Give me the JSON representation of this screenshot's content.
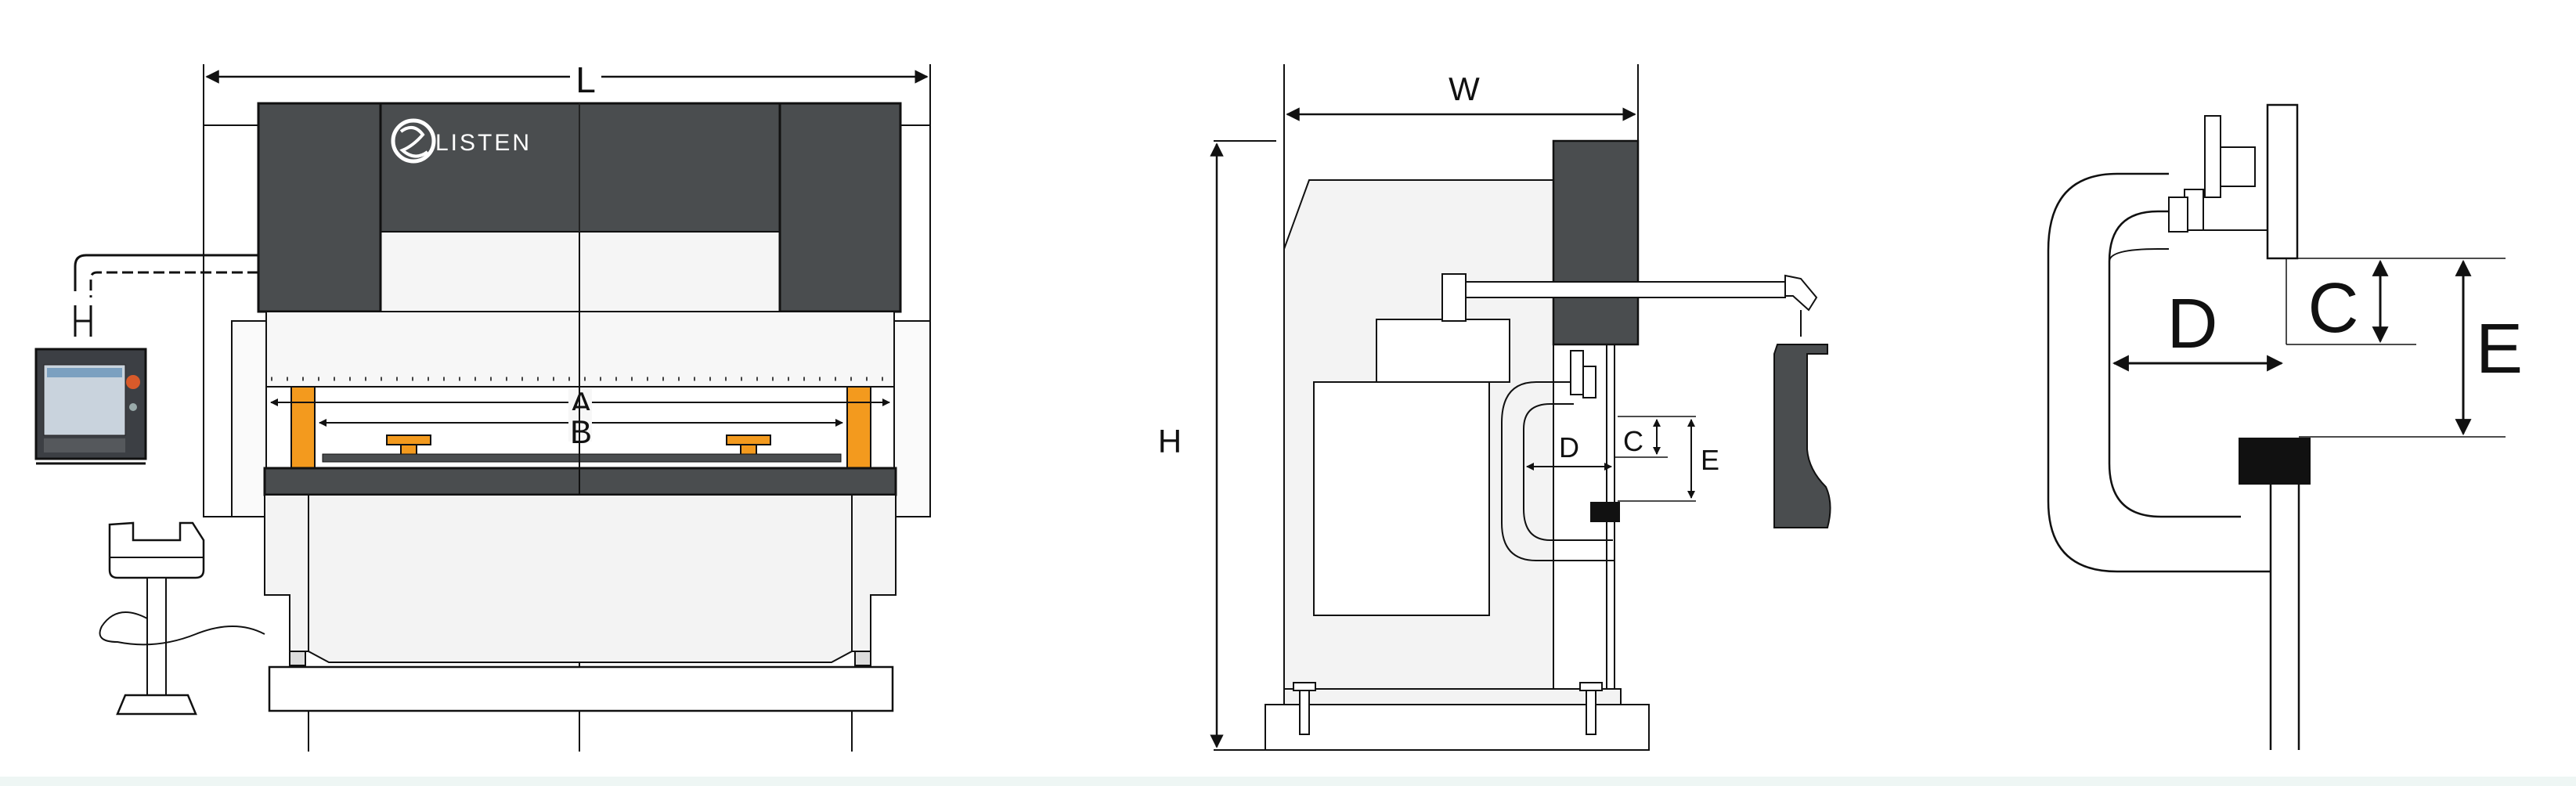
{
  "brand": {
    "name": "LISTEN"
  },
  "front_view": {
    "labels": {
      "L": "L",
      "A": "A",
      "B": "B"
    }
  },
  "side_view": {
    "labels": {
      "W": "W",
      "H": "H",
      "D": "D",
      "C": "C",
      "E": "E"
    }
  },
  "detail_view": {
    "labels": {
      "D": "D",
      "C": "C",
      "E": "E"
    }
  },
  "colors": {
    "dark_panel": "#4a4d4f",
    "accent_orange": "#f39a1e",
    "line": "#111111",
    "light_fill": "#f3f3f3",
    "footer_strip": "#eef6f4"
  }
}
